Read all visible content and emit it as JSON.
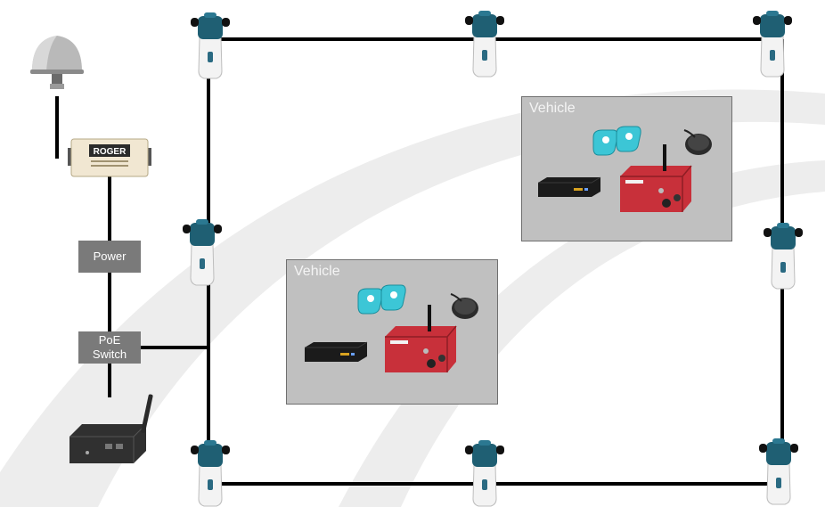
{
  "nodes": {
    "power_label": "Power",
    "poe_switch_line1": "PoE",
    "poe_switch_line2": "Switch",
    "roger_label": "ROGER"
  },
  "vehicles": [
    {
      "label": "Vehicle"
    },
    {
      "label": "Vehicle"
    }
  ],
  "colors": {
    "anchor_body": "#1f5f73",
    "anchor_base": "#f2f2f2",
    "tag": "#3cc6d6",
    "modem": "#c8303a",
    "line": "#000000",
    "box_fill": "#c0c0c0"
  }
}
